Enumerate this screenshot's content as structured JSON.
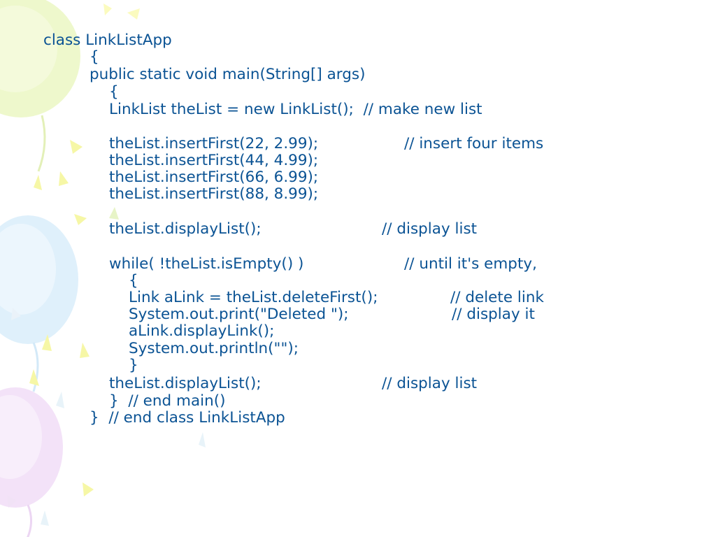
{
  "slide": {
    "code_lines": [
      "class LinkListApp",
      "{",
      "public static void main(String[] args)",
      "{",
      "LinkList theList = new LinkList();  // make new list",
      "theList.insertFirst(22, 2.99);",
      "// insert four items",
      "theList.insertFirst(44, 4.99);",
      "theList.insertFirst(66, 6.99);",
      "theList.insertFirst(88, 8.99);",
      "theList.displayList();",
      "// display list",
      "while( !theList.isEmpty() )",
      "// until it's empty,",
      "{",
      "Link aLink = theList.deleteFirst();",
      "// delete link",
      "System.out.print(\"Deleted \");",
      "// display it",
      "aLink.displayLink();",
      "System.out.println(\"\");",
      "}",
      "theList.displayList();",
      "// display list",
      "}  // end main()",
      "}  // end class LinkListApp"
    ]
  },
  "decor": {
    "balloon_colors": [
      "#eaf6c2",
      "#d6ecfb",
      "#f1ddf6",
      "#f7f7a8"
    ]
  }
}
